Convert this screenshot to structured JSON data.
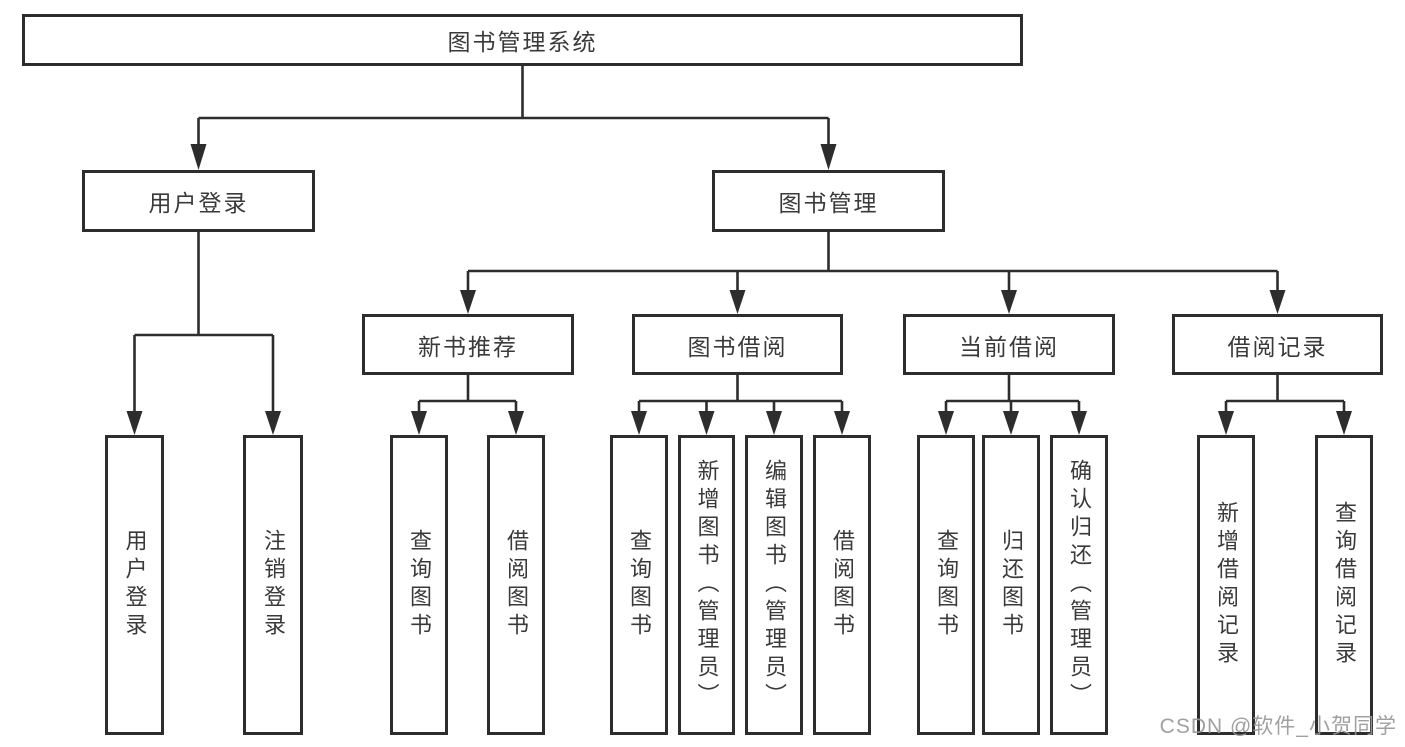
{
  "diagram": {
    "root": {
      "label": "图书管理系统",
      "children": [
        {
          "label": "用户登录",
          "children": [
            {
              "label": "用户登录"
            },
            {
              "label": "注销登录"
            }
          ]
        },
        {
          "label": "图书管理",
          "children": [
            {
              "label": "新书推荐",
              "children": [
                {
                  "label": "查询图书"
                },
                {
                  "label": "借阅图书"
                }
              ]
            },
            {
              "label": "图书借阅",
              "children": [
                {
                  "label": "查询图书"
                },
                {
                  "label": "新增图书（管理员）"
                },
                {
                  "label": "编辑图书（管理员）"
                },
                {
                  "label": "借阅图书"
                }
              ]
            },
            {
              "label": "当前借阅",
              "children": [
                {
                  "label": "查询图书"
                },
                {
                  "label": "归还图书"
                },
                {
                  "label": "确认归还（管理员）"
                }
              ]
            },
            {
              "label": "借阅记录",
              "children": [
                {
                  "label": "新增借阅记录"
                },
                {
                  "label": "查询借阅记录"
                }
              ]
            }
          ]
        }
      ]
    }
  },
  "watermark": {
    "text": "CSDN @软件_小贺同学"
  },
  "colors": {
    "line": "#2d2d2d",
    "text": "#3a3a3a",
    "watermark": "#989898",
    "background": "#ffffff"
  }
}
